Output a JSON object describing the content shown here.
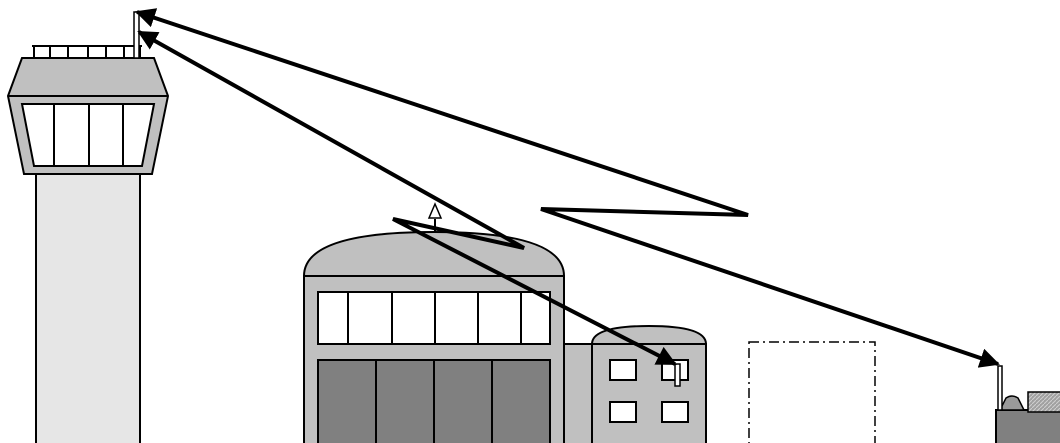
{
  "diagram": {
    "colors": {
      "background": "#ffffff",
      "outline": "#000000",
      "tower_shaft": "#e6e6e6",
      "tower_cab": "#c0c0c0",
      "hangar_wall": "#c0c0c0",
      "hangar_roof": "#c0c0c0",
      "hangar_door": "#808080",
      "annex": "#c0c0c0",
      "vehicle": "#808080",
      "vehicle_patterned": "#9a9a9a",
      "window": "#ffffff"
    },
    "components": [
      {
        "id": "control-tower",
        "icon": "control-tower-icon"
      },
      {
        "id": "hangar",
        "icon": "hangar-icon"
      },
      {
        "id": "annex-building",
        "icon": "building-icon"
      },
      {
        "id": "reserved-zone",
        "icon": "dash-dot-rectangle"
      },
      {
        "id": "vehicle",
        "icon": "vehicle-icon"
      }
    ],
    "links": [
      {
        "id": "tower-to-vehicle",
        "style": "zigzag-lightning",
        "arrowheads": "both"
      },
      {
        "id": "tower-to-annex",
        "style": "zigzag-lightning",
        "arrowheads": "both"
      }
    ]
  }
}
